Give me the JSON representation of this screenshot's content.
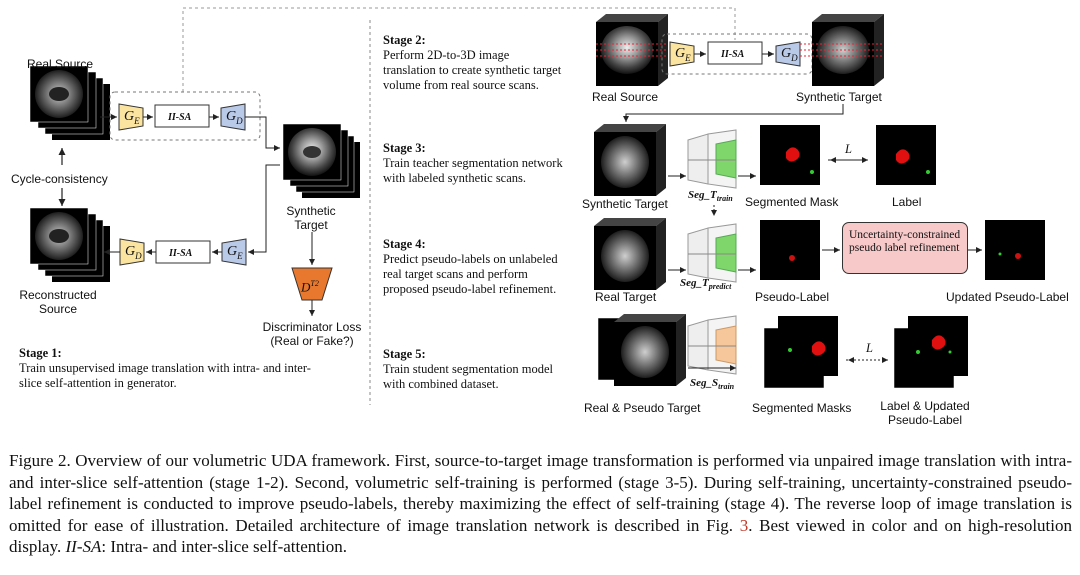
{
  "figure": {
    "stage1": {
      "title": "Stage 1:",
      "desc_line1": "Train unsupervised image translation with intra- and inter-",
      "desc_line2": "slice self-attention in generator."
    },
    "stage2": {
      "title": "Stage 2:",
      "desc_lines": [
        "Perform 2D-to-3D image",
        "translation to create synthetic target",
        "volume from real source scans."
      ],
      "left_label": "Real Source",
      "right_label": "Synthetic Target"
    },
    "stage3": {
      "title": "Stage 3:",
      "desc_lines": [
        "Train teacher segmentation network",
        "with labeled synthetic scans."
      ],
      "input_label": "Synthetic Target",
      "net_label": "Seg_T",
      "net_sub": "train",
      "mask_label": "Segmented Mask",
      "loss_label": "L",
      "label_label": "Label"
    },
    "stage4": {
      "title": "Stage 4:",
      "desc_lines": [
        "Predict pseudo-labels on unlabeled",
        "real target scans and perform",
        "proposed pseudo-label refinement."
      ],
      "input_label": "Real Target",
      "net_label": "Seg_T",
      "net_sub": "predict",
      "pseudo_label": "Pseudo-Label",
      "refine_box": "Uncertainty-constrained pseudo label refinement",
      "updated_label": "Updated Pseudo-Label"
    },
    "stage5": {
      "title": "Stage 5:",
      "desc_lines": [
        "Train student segmentation model",
        "with combined dataset."
      ],
      "input_label": "Real & Pseudo Target",
      "net_label": "Seg_S",
      "net_sub": "train",
      "masks_label": "Segmented Masks",
      "loss_label": "L",
      "label_line1": "Label & Updated",
      "label_line2": "Pseudo-Label"
    },
    "left": {
      "real_source": "Real Source",
      "cycle": "Cycle-consistency",
      "reconstructed_line1": "Reconstructed",
      "reconstructed_line2": "Source",
      "synthetic_line1": "Synthetic",
      "synthetic_line2": "Target",
      "disc_loss_line1": "Discriminator Loss",
      "disc_loss_line2": "(Real or Fake?)",
      "g_e": "G",
      "g_e_sub": "E",
      "g_d": "G",
      "g_d_sub": "D",
      "iisa": "II-SA",
      "disc": "D",
      "disc_sup": "T2"
    },
    "colors": {
      "encoder": "#fbe3a0",
      "decoder": "#b9c9e8",
      "discriminator": "#e8782e",
      "seg_green": "#7fd66a",
      "seg_orange": "#f6c79b",
      "refine_box": "#f7c9c9",
      "reference": "#c0392b"
    }
  },
  "caption": {
    "prefix": "Figure 2.  Overview of our volumetric UDA framework.  First, source-to-target image transformation is performed via unpaired image translation with intra- and inter-slice self-attention (stage 1-2).  Second, volumetric self-training is performed (stage 3-5).  During self-training, uncertainty-constrained pseudo-label refinement is conducted to improve pseudo-labels, thereby maximizing the effect of self-training (stage 4).  The reverse loop of image translation is omitted for ease of illustration.  Detailed architecture of image translation network is described in Fig. ",
    "ref": "3",
    "middle": ".  Best viewed in color and on high-resolution display. ",
    "abbr": "II-SA",
    "suffix": ": Intra- and inter-slice self-attention."
  }
}
